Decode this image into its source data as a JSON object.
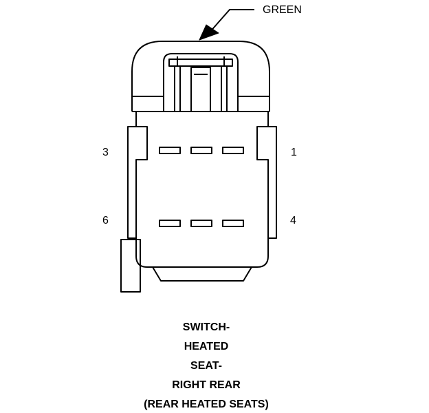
{
  "connector": {
    "color_label": "GREEN",
    "pins": {
      "pin3": "3",
      "pin1": "1",
      "pin6": "6",
      "pin4": "4"
    }
  },
  "caption": {
    "line1": "SWITCH-",
    "line2": "HEATED",
    "line3": "SEAT-",
    "line4": "RIGHT REAR",
    "line5": "(REAR HEATED SEATS)"
  }
}
